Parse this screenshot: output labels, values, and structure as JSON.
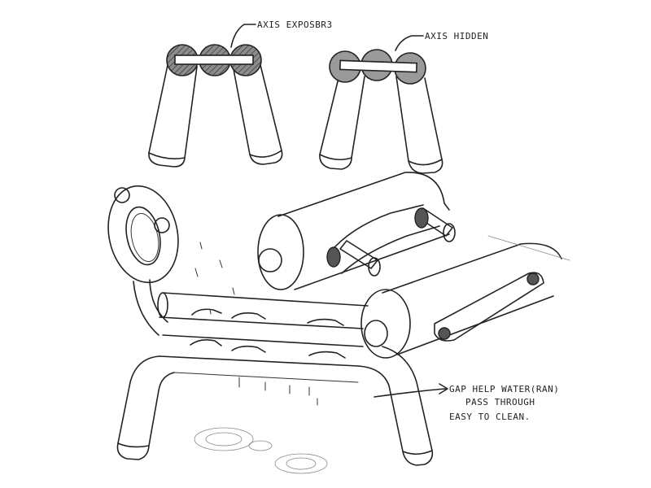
{
  "annotations": {
    "axis_exposed": "AXIS EXPOSBR3",
    "axis_hidden": "AXIS HIDDEN",
    "gap_line1": "GAP HELP WATER(RAN)",
    "gap_line2": "PASS THROUGH",
    "gap_line3": "EASY TO CLEAN."
  },
  "colors": {
    "ink": "#222222",
    "shade": "#9a9a9a",
    "background": "#ffffff"
  }
}
